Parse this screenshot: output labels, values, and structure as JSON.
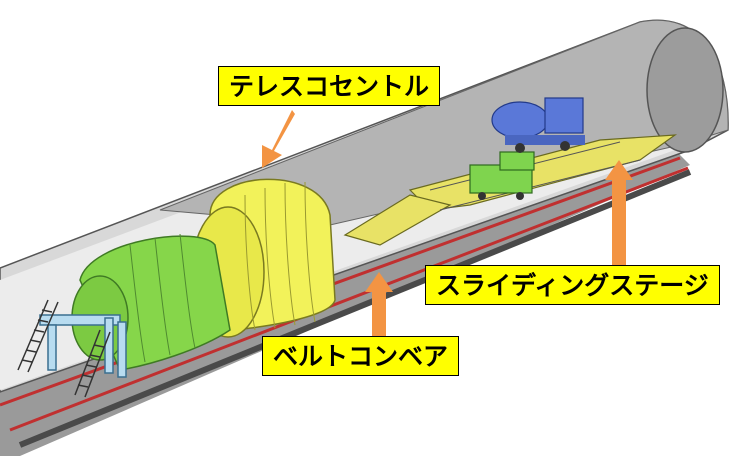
{
  "labels": {
    "telescopic_centle": "テレスコセントル",
    "sliding_stage": "スライディングステージ",
    "belt_conveyor": "ベルトコンベア"
  },
  "colors": {
    "tunnel_lining": "#b8b8b8",
    "tunnel_inner": "#e6e6e6",
    "telescopic_form": "#f2f25a",
    "inner_form": "#86d64a",
    "stage_deck": "#e8e266",
    "mixer_truck": "#5a78d8",
    "green_truck": "#7fd44e",
    "gantry": "#b8dcf0",
    "arrow": "#f39443",
    "callout_bg": "#ffff00"
  },
  "icons": [
    "mixer-truck-icon",
    "green-truck-icon",
    "arrow-icon"
  ]
}
